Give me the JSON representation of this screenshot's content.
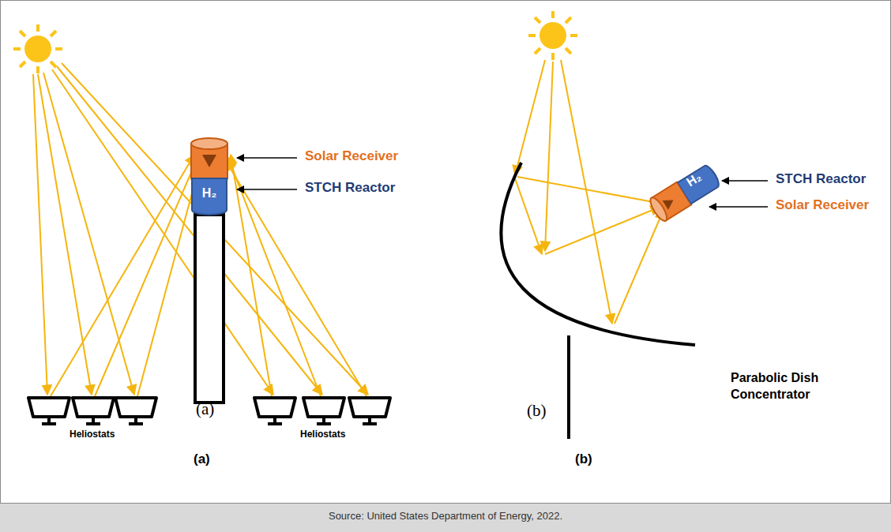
{
  "diagram": {
    "caption": "Source: United States Department of Energy, 2022.",
    "nodes": [
      {
        "text": [
          "H₂"
        ]
      },
      {
        "text": [
          "H₂"
        ]
      }
    ],
    "labels": [
      "Solar Receiver",
      "STCH Reactor",
      "Heliostats",
      "Heliostats",
      "(a)",
      "(a)",
      "STCH Reactor",
      "Solar Receiver",
      "Parabolic Dish Concentrator",
      "(b)",
      "(b)"
    ]
  }
}
